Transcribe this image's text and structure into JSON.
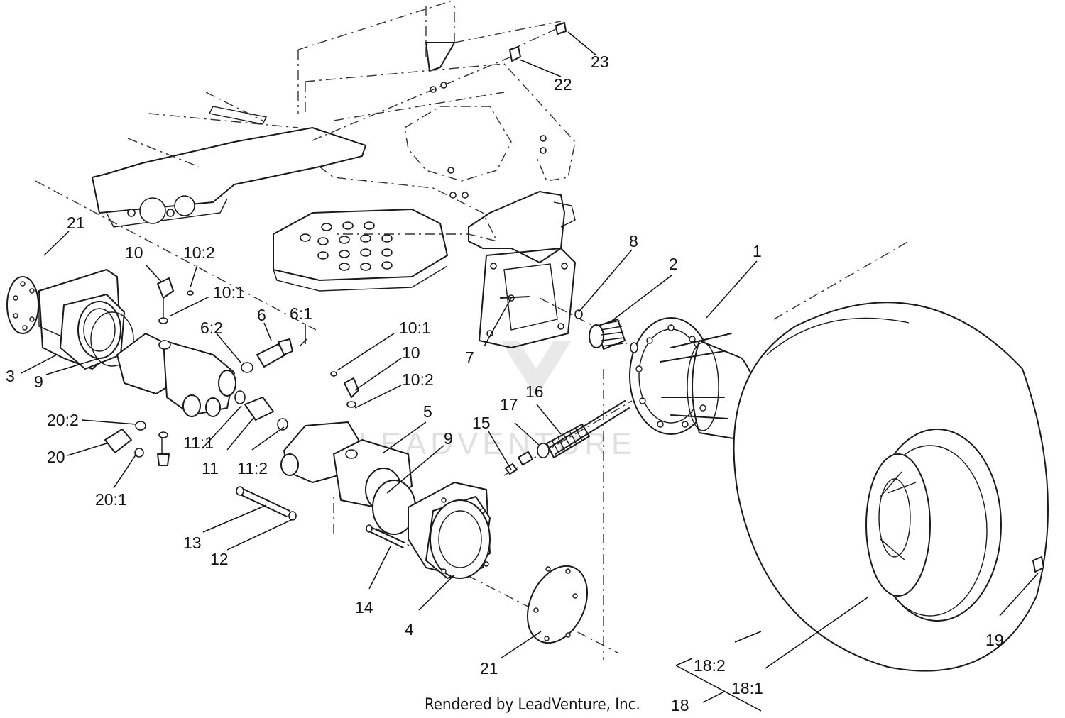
{
  "callouts": [
    {
      "id": "1",
      "text": "1"
    },
    {
      "id": "2",
      "text": "2"
    },
    {
      "id": "3",
      "text": "3"
    },
    {
      "id": "4",
      "text": "4"
    },
    {
      "id": "5",
      "text": "5"
    },
    {
      "id": "6",
      "text": "6"
    },
    {
      "id": "6_1",
      "text": "6:1"
    },
    {
      "id": "6_2",
      "text": "6:2"
    },
    {
      "id": "7",
      "text": "7"
    },
    {
      "id": "8",
      "text": "8"
    },
    {
      "id": "9a",
      "text": "9"
    },
    {
      "id": "9b",
      "text": "9"
    },
    {
      "id": "10a",
      "text": "10"
    },
    {
      "id": "10_2a",
      "text": "10:2"
    },
    {
      "id": "10_1a",
      "text": "10:1"
    },
    {
      "id": "10_1b",
      "text": "10:1"
    },
    {
      "id": "10b",
      "text": "10"
    },
    {
      "id": "10_2b",
      "text": "10:2"
    },
    {
      "id": "11",
      "text": "11"
    },
    {
      "id": "11_1",
      "text": "11:1"
    },
    {
      "id": "11_2",
      "text": "11:2"
    },
    {
      "id": "12",
      "text": "12"
    },
    {
      "id": "13",
      "text": "13"
    },
    {
      "id": "14",
      "text": "14"
    },
    {
      "id": "15",
      "text": "15"
    },
    {
      "id": "16",
      "text": "16"
    },
    {
      "id": "17",
      "text": "17"
    },
    {
      "id": "18",
      "text": "18"
    },
    {
      "id": "18_1",
      "text": "18:1"
    },
    {
      "id": "18_2",
      "text": "18:2"
    },
    {
      "id": "19",
      "text": "19"
    },
    {
      "id": "20",
      "text": "20"
    },
    {
      "id": "20_1",
      "text": "20:1"
    },
    {
      "id": "20_2",
      "text": "20:2"
    },
    {
      "id": "21a",
      "text": "21"
    },
    {
      "id": "21b",
      "text": "21"
    },
    {
      "id": "22",
      "text": "22"
    },
    {
      "id": "23",
      "text": "23"
    }
  ],
  "credit": "Rendered by LeadVenture, Inc.",
  "watermark": "LEADVENTURE"
}
